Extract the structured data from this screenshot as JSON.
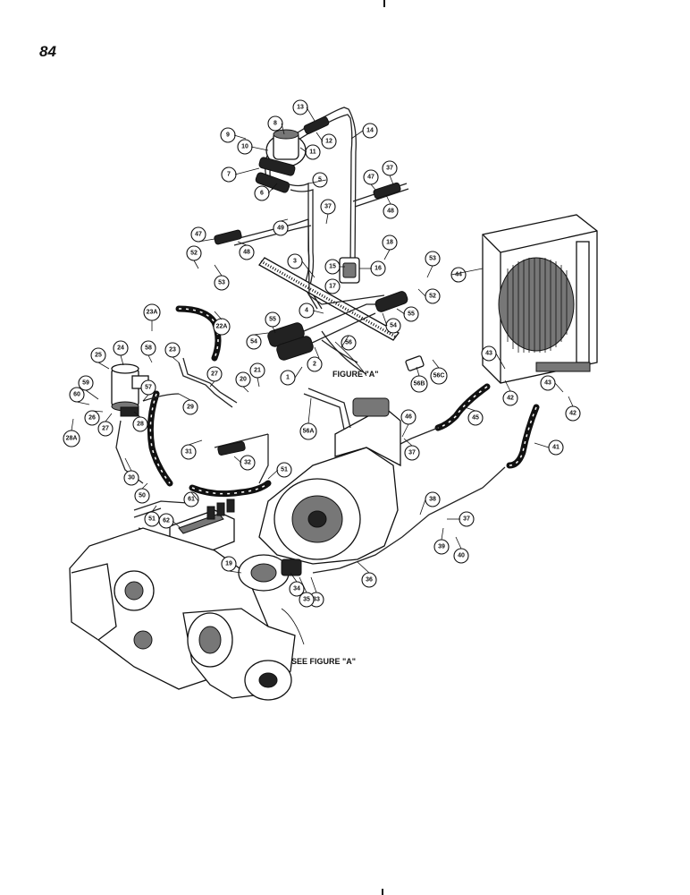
{
  "page": {
    "number": "84"
  },
  "labels": {
    "figure_a": "FIGURE \"A\"",
    "see_figure_a": "SEE FIGURE \"A\""
  },
  "callouts": [
    {
      "id": "c1",
      "text": "1"
    },
    {
      "id": "c2",
      "text": "2"
    },
    {
      "id": "c3",
      "text": "3"
    },
    {
      "id": "c4",
      "text": "4"
    },
    {
      "id": "c5",
      "text": "5"
    },
    {
      "id": "c6",
      "text": "6"
    },
    {
      "id": "c7",
      "text": "7"
    },
    {
      "id": "c8",
      "text": "8"
    },
    {
      "id": "c9",
      "text": "9"
    },
    {
      "id": "c10",
      "text": "10"
    },
    {
      "id": "c11",
      "text": "11"
    },
    {
      "id": "c12",
      "text": "12"
    },
    {
      "id": "c13",
      "text": "13"
    },
    {
      "id": "c14",
      "text": "14"
    },
    {
      "id": "c15",
      "text": "15"
    },
    {
      "id": "c16",
      "text": "16"
    },
    {
      "id": "c17",
      "text": "17"
    },
    {
      "id": "c18",
      "text": "18"
    },
    {
      "id": "c19",
      "text": "19"
    },
    {
      "id": "c20",
      "text": "20"
    },
    {
      "id": "c21",
      "text": "21"
    },
    {
      "id": "c22a",
      "text": "22A"
    },
    {
      "id": "c23",
      "text": "23"
    },
    {
      "id": "c23a",
      "text": "23A"
    },
    {
      "id": "c24",
      "text": "24"
    },
    {
      "id": "c25",
      "text": "25"
    },
    {
      "id": "c26",
      "text": "26"
    },
    {
      "id": "c27a",
      "text": "27"
    },
    {
      "id": "c27b",
      "text": "27"
    },
    {
      "id": "c28",
      "text": "28"
    },
    {
      "id": "c28a",
      "text": "28A"
    },
    {
      "id": "c29",
      "text": "29"
    },
    {
      "id": "c30",
      "text": "30"
    },
    {
      "id": "c31",
      "text": "31"
    },
    {
      "id": "c32",
      "text": "32"
    },
    {
      "id": "c33",
      "text": "33"
    },
    {
      "id": "c34",
      "text": "34"
    },
    {
      "id": "c35",
      "text": "35"
    },
    {
      "id": "c36",
      "text": "36"
    },
    {
      "id": "c37a",
      "text": "37"
    },
    {
      "id": "c37b",
      "text": "37"
    },
    {
      "id": "c37c",
      "text": "37"
    },
    {
      "id": "c37d",
      "text": "37"
    },
    {
      "id": "c38",
      "text": "38"
    },
    {
      "id": "c39",
      "text": "39"
    },
    {
      "id": "c40",
      "text": "40"
    },
    {
      "id": "c41",
      "text": "41"
    },
    {
      "id": "c42a",
      "text": "42"
    },
    {
      "id": "c42b",
      "text": "42"
    },
    {
      "id": "c43a",
      "text": "43"
    },
    {
      "id": "c43b",
      "text": "43"
    },
    {
      "id": "c44",
      "text": "44"
    },
    {
      "id": "c45",
      "text": "45"
    },
    {
      "id": "c46",
      "text": "46"
    },
    {
      "id": "c47a",
      "text": "47"
    },
    {
      "id": "c47b",
      "text": "47"
    },
    {
      "id": "c48a",
      "text": "48"
    },
    {
      "id": "c48b",
      "text": "48"
    },
    {
      "id": "c49",
      "text": "49"
    },
    {
      "id": "c50",
      "text": "50"
    },
    {
      "id": "c51a",
      "text": "51"
    },
    {
      "id": "c51b",
      "text": "51"
    },
    {
      "id": "c52a",
      "text": "52"
    },
    {
      "id": "c52b",
      "text": "52"
    },
    {
      "id": "c53a",
      "text": "53"
    },
    {
      "id": "c53b",
      "text": "53"
    },
    {
      "id": "c54a",
      "text": "54"
    },
    {
      "id": "c54b",
      "text": "54"
    },
    {
      "id": "c55a",
      "text": "55"
    },
    {
      "id": "c55b",
      "text": "55"
    },
    {
      "id": "c56",
      "text": "56"
    },
    {
      "id": "c56a",
      "text": "56A"
    },
    {
      "id": "c56b",
      "text": "56B"
    },
    {
      "id": "c56c",
      "text": "56C"
    },
    {
      "id": "c57",
      "text": "57"
    },
    {
      "id": "c58",
      "text": "58"
    },
    {
      "id": "c59",
      "text": "59"
    },
    {
      "id": "c60",
      "text": "60"
    },
    {
      "id": "c61",
      "text": "61"
    },
    {
      "id": "c62",
      "text": "62"
    }
  ]
}
